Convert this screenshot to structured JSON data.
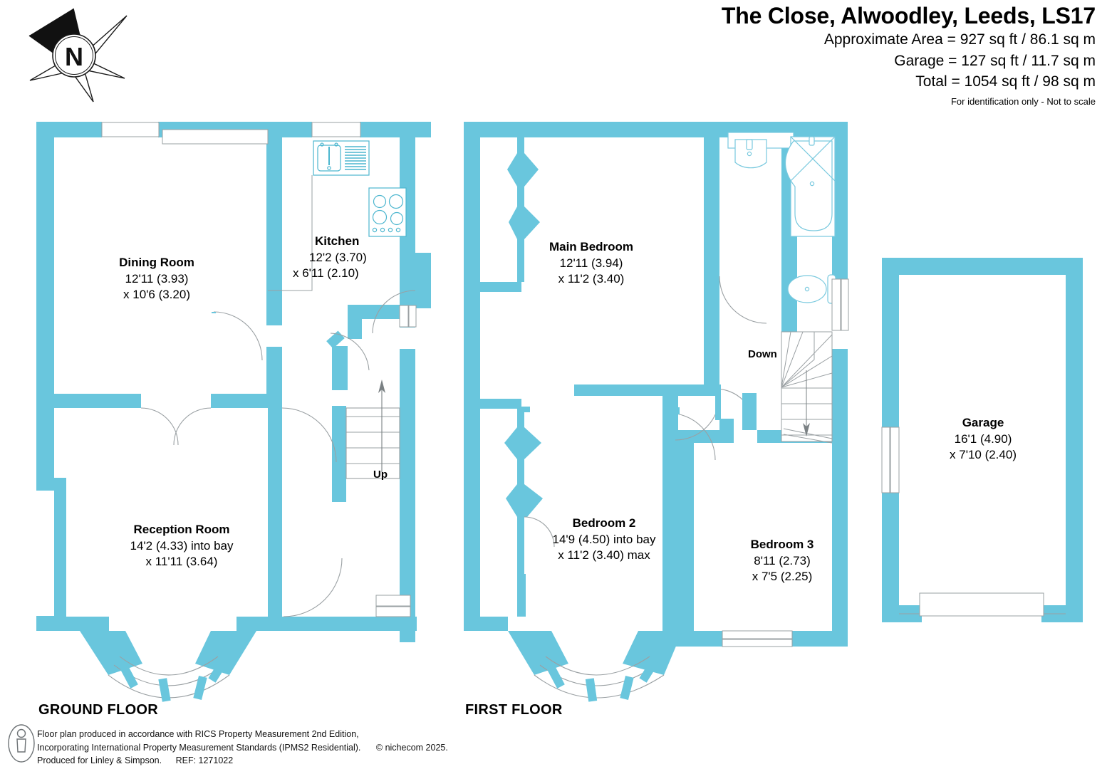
{
  "header": {
    "title": "The Close, Alwoodley, Leeds, LS17",
    "area_line": "Approximate Area = 927 sq ft / 86.1 sq m",
    "garage_line": "Garage = 127 sq ft / 11.7 sq m",
    "total_line": "Total = 1054 sq ft / 98 sq m",
    "disclaimer": "For identification only - Not to scale"
  },
  "compass": {
    "label": "N",
    "name": "north-arrow"
  },
  "floors": {
    "ground_caption": "GROUND FLOOR",
    "first_caption": "FIRST FLOOR"
  },
  "rooms": [
    {
      "name": "Dining Room",
      "dim1": "12'11 (3.93)",
      "dim2": "x 10'6 (3.20)"
    },
    {
      "name": "Kitchen",
      "dim1": "12'2 (3.70)",
      "dim2": "x 6'11 (2.10)"
    },
    {
      "name": "Reception Room",
      "dim1": "14'2 (4.33) into bay",
      "dim2": "x 11'11 (3.64)"
    },
    {
      "name": "Main Bedroom",
      "dim1": "12'11 (3.94)",
      "dim2": "x 11'2 (3.40)"
    },
    {
      "name": "Bedroom 2",
      "dim1": "14'9 (4.50) into bay",
      "dim2": "x 11'2 (3.40) max"
    },
    {
      "name": "Bedroom 3",
      "dim1": "8'11 (2.73)",
      "dim2": "x 7'5 (2.25)"
    },
    {
      "name": "Garage",
      "dim1": "16'1 (4.90)",
      "dim2": "x 7'10 (2.40)"
    }
  ],
  "stairs": {
    "up_label": "Up",
    "down_label": "Down"
  },
  "footer": {
    "line1": "Floor plan produced in accordance with RICS Property Measurement 2nd Edition,",
    "line2": "Incorporating International Property Measurement Standards (IPMS2 Residential).",
    "copyright": "© nichecom 2025.",
    "line3": "Produced for Linley & Simpson.",
    "ref": "REF: 1271022"
  },
  "colors": {
    "wall": "#69c6dd",
    "fixture": "#7fcfe2",
    "door_arc": "#9aa0a3",
    "text": "#000000",
    "background": "#ffffff"
  }
}
